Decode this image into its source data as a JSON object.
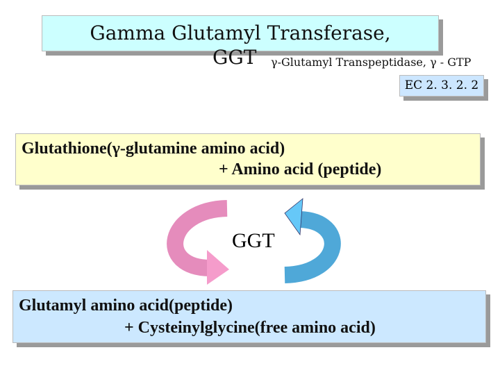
{
  "title": {
    "line1": "Gamma Glutamyl Transferase,",
    "line2": "GGT"
  },
  "subtitle": "γ-Glutamyl Transpeptidase,   γ - GTP",
  "ec_number": "EC 2.  3.  2.  2",
  "substrates": {
    "line1": "Glutathione(γ-glutamine amino acid)",
    "line2": "+   Amino acid (peptide)"
  },
  "enzyme_label": "GGT",
  "products": {
    "line1": "Glutamyl amino acid(peptide)",
    "line2": "+ Cysteinylglycine(free amino acid)"
  },
  "colors": {
    "title_box": "#ccffff",
    "substrate_box": "#ffffcc",
    "product_box": "#cce8ff",
    "ec_box": "#cce6ff",
    "pink_arrow": "#f08cc0",
    "blue_arrow": "#5ab4e6"
  }
}
